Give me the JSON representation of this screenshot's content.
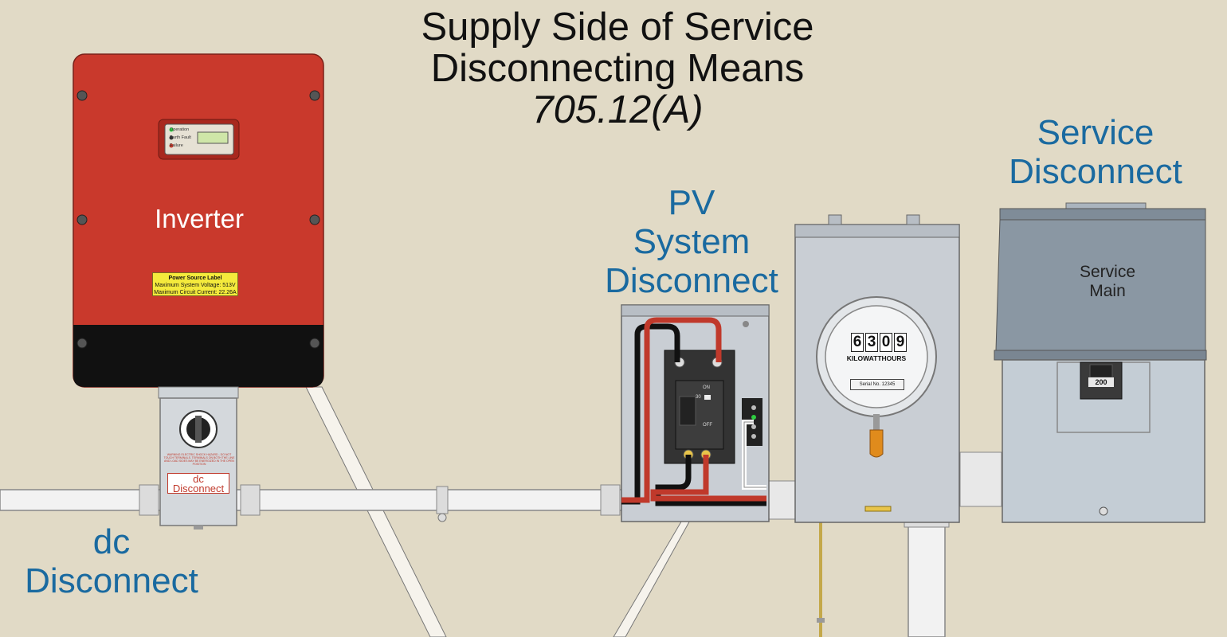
{
  "title": {
    "line1": "Supply Side of Service",
    "line2": "Disconnecting Means",
    "ref": "705.12(A)"
  },
  "labels": {
    "inverter": "Inverter",
    "dc_disconnect": [
      "dc",
      "Disconnect"
    ],
    "pv_disconnect": [
      "PV",
      "System",
      "Disconnect"
    ],
    "service_disconnect": [
      "Service",
      "Disconnect"
    ],
    "service_main": [
      "Service",
      "Main"
    ]
  },
  "inverter_panel": {
    "indicators": [
      "Operation",
      "Earth Fault",
      "Failure"
    ],
    "indicator_colors": [
      "#2ecc40",
      "#333333",
      "#c0392b"
    ]
  },
  "power_source_label": {
    "heading": "Power Source Label",
    "line1": "Maximum System Voltage: 513V",
    "line2": "Maximum Circuit Current: 22.26A"
  },
  "dc_switch": {
    "label": [
      "dc",
      "Disconnect"
    ],
    "warning": "WARNING ELECTRIC SHOCK HAZARD - DO NOT TOUCH TERMINALS. TERMINALS ON BOTH THE LINE AND LOAD SIDES MAY BE ENERGIZED IN THE OPEN POSITION"
  },
  "breaker": {
    "on": "ON",
    "off": "OFF",
    "rating": "30"
  },
  "meter": {
    "digits": [
      "6",
      "3",
      "0",
      "9"
    ],
    "unit": "KILOWATTHOURS",
    "serial": "Serial No. 12345"
  },
  "service_breaker": {
    "rating": "200"
  },
  "colors": {
    "background": "#e1dac6",
    "inverter": "#c9392c",
    "label_blue": "#1a6aa0",
    "enclosure": "#c9ced4",
    "service_lid": "#8a97a3"
  }
}
